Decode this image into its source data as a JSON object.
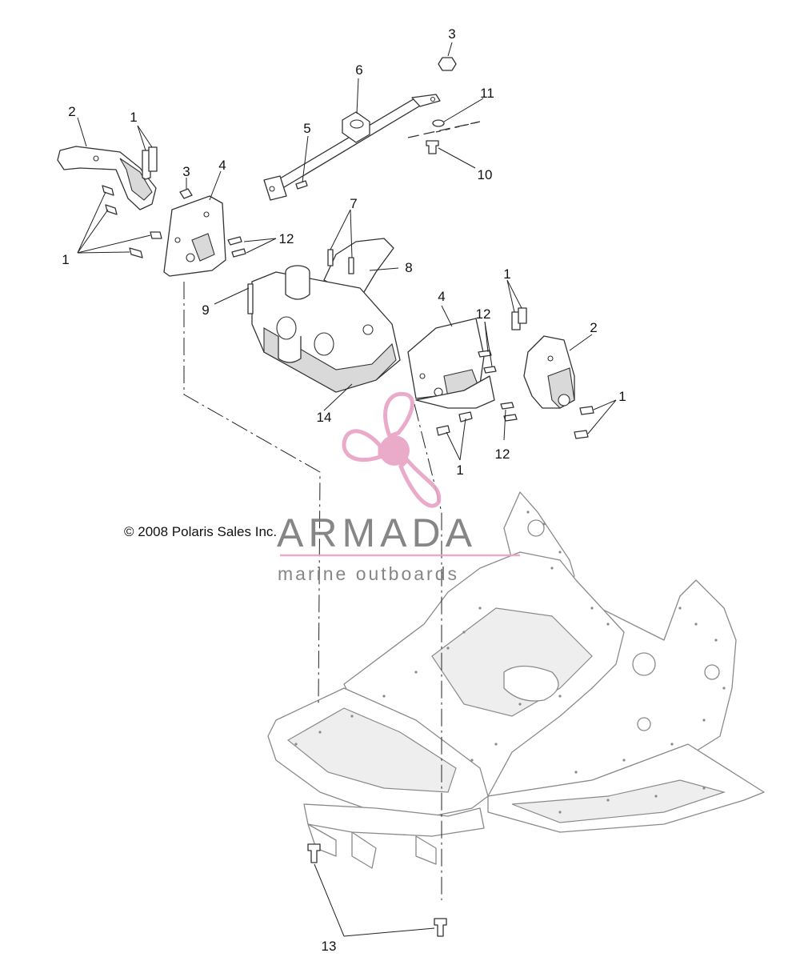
{
  "callouts": {
    "c1_top": "1",
    "c1_left": "1",
    "c1_right_top": "1",
    "c1_right": "1",
    "c1_bottom": "1",
    "c2_left": "2",
    "c2_right": "2",
    "c3_top": "3",
    "c3_left": "3",
    "c4_left": "4",
    "c4_right": "4",
    "c5": "5",
    "c6": "6",
    "c7": "7",
    "c8": "8",
    "c9": "9",
    "c10": "10",
    "c11": "11",
    "c12_left": "12",
    "c12_right_top": "12",
    "c12_right_bottom": "12",
    "c13": "13",
    "c14": "14"
  },
  "copyright": "© 2008 Polaris Sales Inc.",
  "watermark": {
    "brand": "ARMADA",
    "tagline": "marine outboards",
    "colors": {
      "pink": "#e8a1c4",
      "gray": "#7a7a7a"
    }
  },
  "icons": {
    "watermark_logo": "propeller-icon"
  }
}
